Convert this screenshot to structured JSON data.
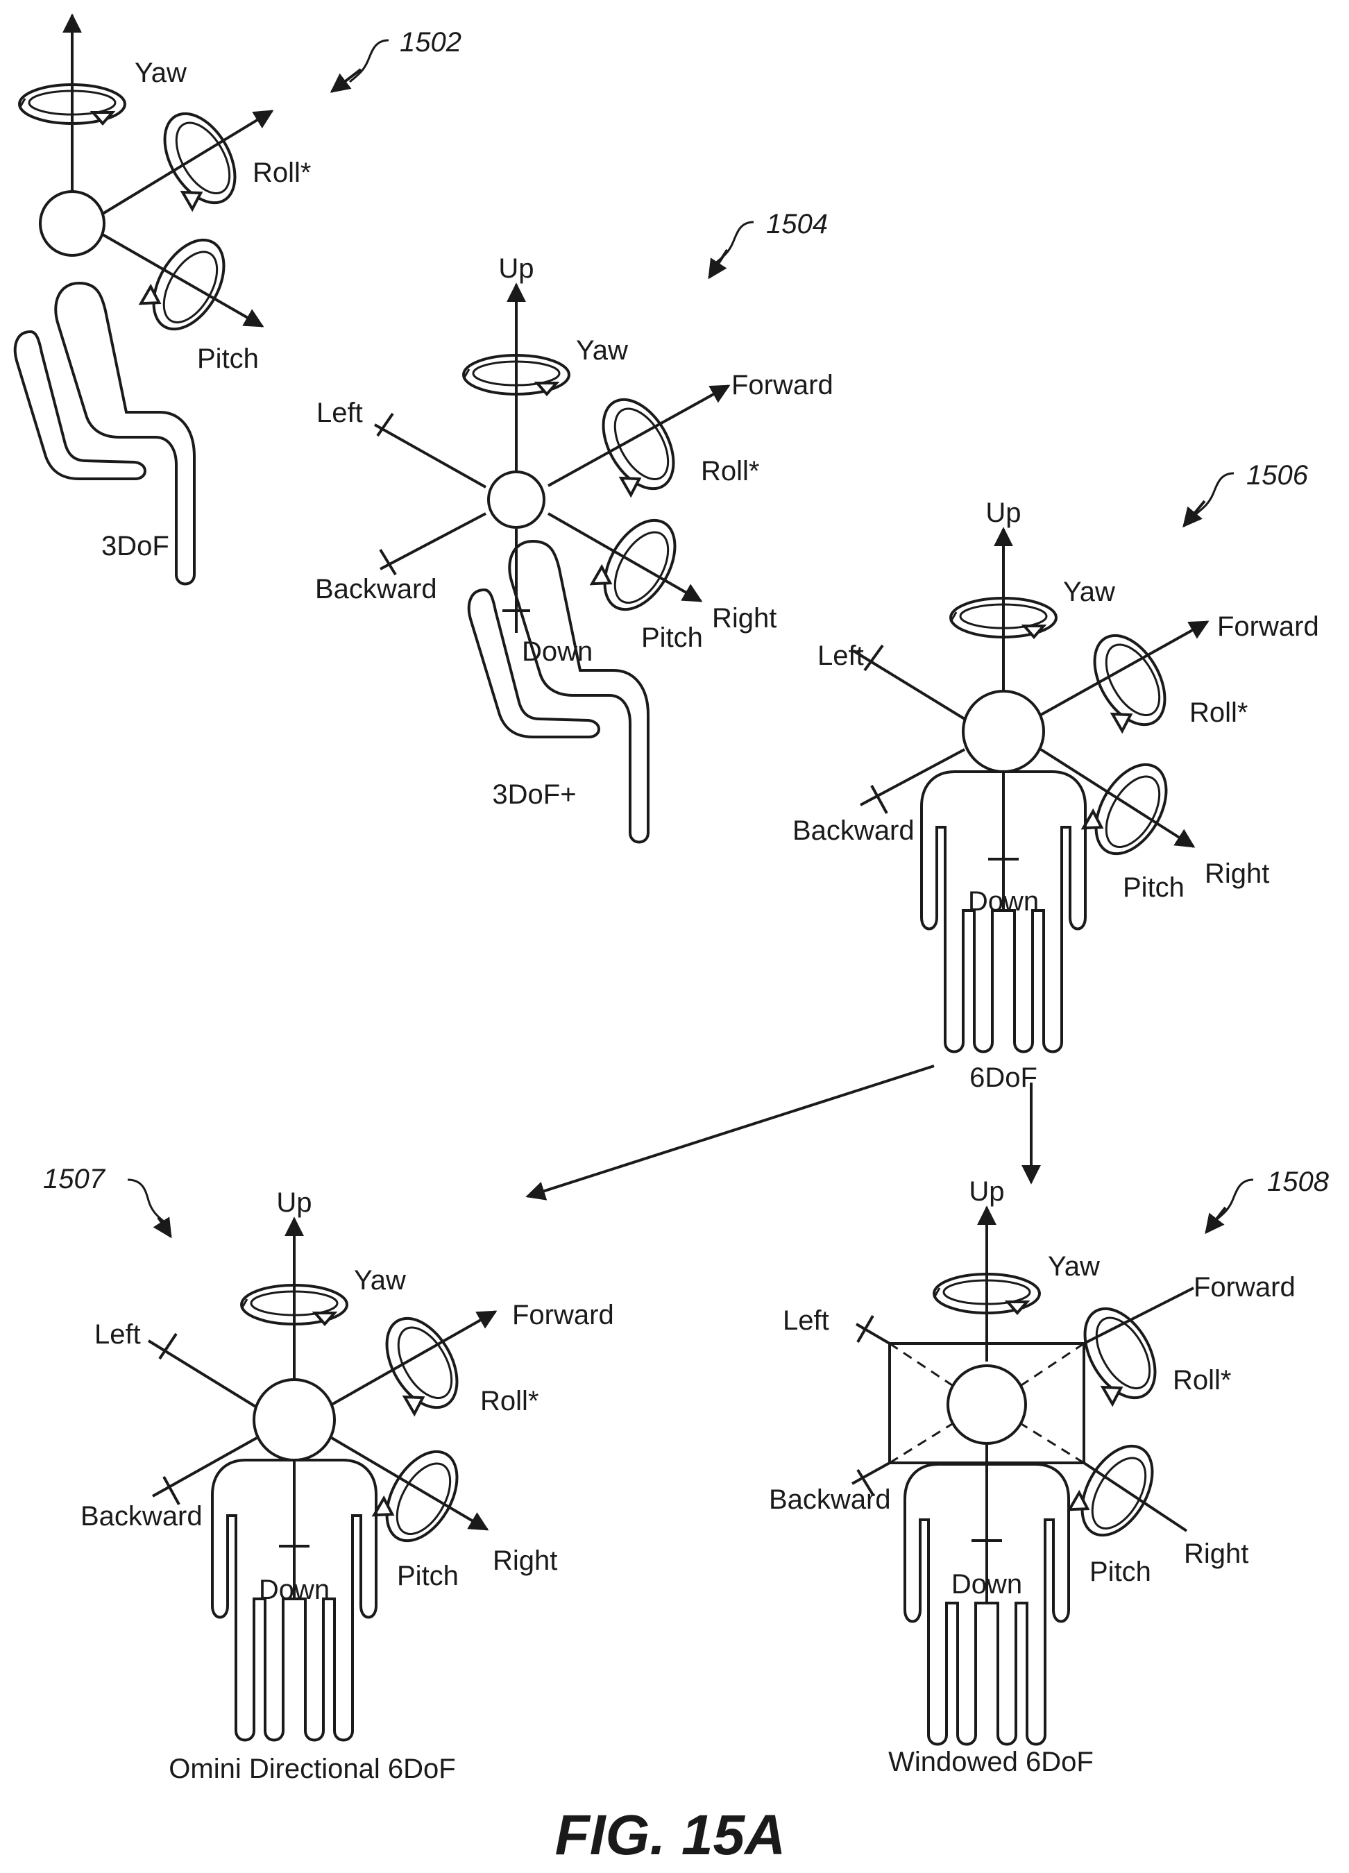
{
  "figure": {
    "title": "FIG. 15A",
    "colors": {
      "ink": "#1a1a1a",
      "background": "#ffffff"
    }
  },
  "panels": {
    "p1502": {
      "ref": "1502",
      "caption": "3DoF",
      "yaw": "Yaw",
      "roll": "Roll*",
      "pitch": "Pitch"
    },
    "p1504": {
      "ref": "1504",
      "caption": "3DoF+",
      "up": "Up",
      "yaw": "Yaw",
      "forward": "Forward",
      "roll": "Roll*",
      "left": "Left",
      "backward": "Backward",
      "down": "Down",
      "pitch": "Pitch",
      "right": "Right"
    },
    "p1506": {
      "ref": "1506",
      "caption": "6DoF",
      "up": "Up",
      "yaw": "Yaw",
      "forward": "Forward",
      "roll": "Roll*",
      "left": "Left",
      "backward": "Backward",
      "down": "Down",
      "pitch": "Pitch",
      "right": "Right"
    },
    "p1507": {
      "ref": "1507",
      "caption": "Omini Directional 6DoF",
      "up": "Up",
      "yaw": "Yaw",
      "forward": "Forward",
      "roll": "Roll*",
      "left": "Left",
      "backward": "Backward",
      "down": "Down",
      "pitch": "Pitch",
      "right": "Right"
    },
    "p1508": {
      "ref": "1508",
      "caption": "Windowed 6DoF",
      "up": "Up",
      "yaw": "Yaw",
      "forward": "Forward",
      "roll": "Roll*",
      "left": "Left",
      "backward": "Backward",
      "down": "Down",
      "pitch": "Pitch",
      "right": "Right"
    }
  }
}
